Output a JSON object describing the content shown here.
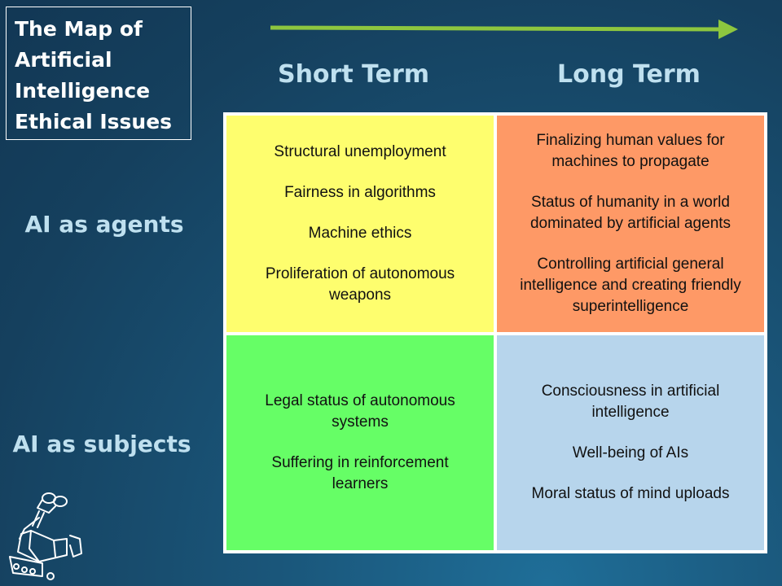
{
  "title": {
    "lines": [
      "The Map of",
      "Artificial",
      "Intelligence",
      "Ethical Issues"
    ]
  },
  "columns": {
    "short_term": "Short Term",
    "long_term": "Long Term"
  },
  "rows": {
    "agents": "AI as agents",
    "subjects": "AI as subjects"
  },
  "cells": {
    "agents_short": {
      "color": "#fefe6e",
      "items": [
        "Structural unemployment",
        "Fairness in algorithms",
        "Machine ethics",
        "Proliferation of autonomous weapons"
      ]
    },
    "agents_long": {
      "color": "#fe9966",
      "items": [
        "Finalizing human values for machines to propagate",
        "Status of humanity in a world dominated by artificial agents",
        "Controlling artificial general intelligence and creating friendly superintelligence"
      ]
    },
    "subjects_short": {
      "color": "#66fe66",
      "items": [
        "Legal status of autonomous systems",
        "Suffering in reinforcement learners"
      ]
    },
    "subjects_long": {
      "color": "#b7d5ec",
      "items": [
        "Consciousness in artificial intelligence",
        "Well-being of AIs",
        "Moral status of mind uploads"
      ]
    }
  },
  "colors": {
    "arrow": "#8dc63f",
    "header_text": "#bfe0ef",
    "background": "#15405e"
  },
  "icons": [
    "timeline-arrow-icon",
    "robot-icon"
  ]
}
